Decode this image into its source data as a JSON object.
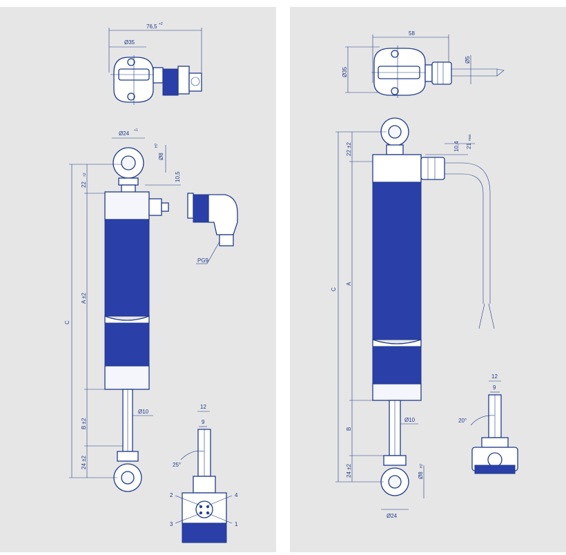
{
  "colors": {
    "line": "#1e3a8a",
    "fill": "#2b3fa8",
    "background": "#e6e6e6"
  },
  "left": {
    "dim_length": "76,5",
    "dim_length_tol": "+2",
    "dim_dia35": "Ø35",
    "dim_dia24": "Ø24",
    "dim_dia24_tol": "+1",
    "dim_dia8": "Ø8",
    "dim_dia8_tol": "H7",
    "dim_22": "22",
    "dim_22_tol": "±2",
    "dim_105": "10,5",
    "dim_A": "A ±2",
    "dim_C": "C",
    "dim_B": "B ±2",
    "dim_24": "24 ±2",
    "dim_dia10": "Ø10",
    "label_pg9": "PG9",
    "dim_12": "12",
    "dim_9": "9",
    "dim_angle": "25°",
    "pin_1": "1",
    "pin_2": "2",
    "pin_3": "3",
    "pin_4": "4"
  },
  "right": {
    "dim_58": "58",
    "dim_dia35": "Ø35",
    "dim_dia5": "Ø5",
    "dim_22": "22 ±2",
    "dim_104": "10,4",
    "dim_21": "21",
    "dim_21_tol": "max",
    "dim_A": "A",
    "dim_C": "C",
    "dim_B": "B",
    "dim_dia10": "Ø10",
    "dim_24": "24 ±2",
    "dim_dia8": "Ø8",
    "dim_dia8_tol": "H7",
    "dim_dia24": "Ø24",
    "dim_12": "12",
    "dim_9": "9",
    "dim_angle": "20°"
  }
}
